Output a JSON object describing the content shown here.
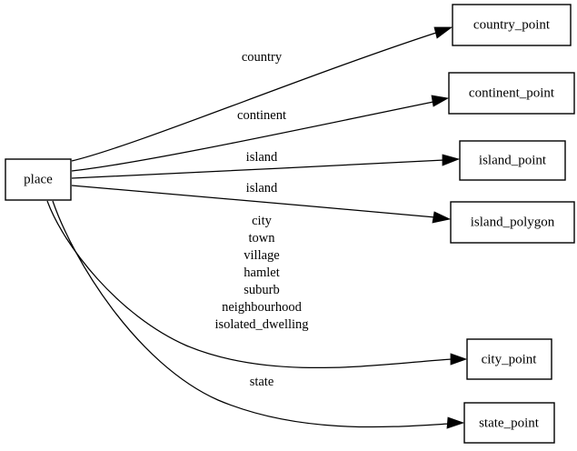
{
  "diagram": {
    "type": "directed-graph",
    "background_color": "#ffffff",
    "stroke_color": "#000000",
    "source_node": {
      "id": "place",
      "label": "place"
    },
    "target_nodes": [
      {
        "id": "country_point",
        "label": "country_point"
      },
      {
        "id": "continent_point",
        "label": "continent_point"
      },
      {
        "id": "island_point",
        "label": "island_point"
      },
      {
        "id": "island_polygon",
        "label": "island_polygon"
      },
      {
        "id": "city_point",
        "label": "city_point"
      },
      {
        "id": "state_point",
        "label": "state_point"
      }
    ],
    "edges": [
      {
        "id": "edge-place-country-point",
        "from": "place",
        "to": "country_point",
        "label": "country",
        "label_lines": [
          "country"
        ]
      },
      {
        "id": "edge-place-continent-point",
        "from": "place",
        "to": "continent_point",
        "label": "continent",
        "label_lines": [
          "continent"
        ]
      },
      {
        "id": "edge-place-island-point",
        "from": "place",
        "to": "island_point",
        "label": "island",
        "label_lines": [
          "island"
        ]
      },
      {
        "id": "edge-place-island-polygon",
        "from": "place",
        "to": "island_polygon",
        "label": "island",
        "label_lines": [
          "island"
        ]
      },
      {
        "id": "edge-place-city-point",
        "from": "place",
        "to": "city_point",
        "label": "city town village hamlet suburb neighbourhood isolated_dwelling",
        "label_lines": [
          "city",
          "town",
          "village",
          "hamlet",
          "suburb",
          "neighbourhood",
          "isolated_dwelling"
        ]
      },
      {
        "id": "edge-place-state-point",
        "from": "place",
        "to": "state_point",
        "label": "state",
        "label_lines": [
          "state"
        ]
      }
    ]
  }
}
